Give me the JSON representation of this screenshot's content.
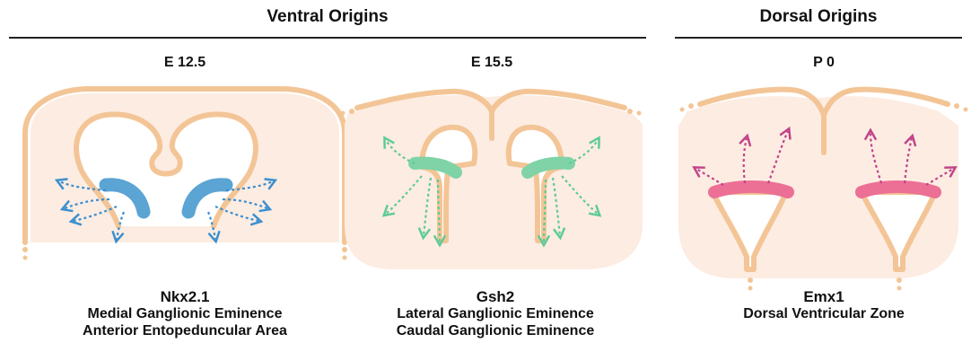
{
  "headers": {
    "ventral": "Ventral Origins",
    "dorsal": "Dorsal Origins"
  },
  "panels": [
    {
      "stage": "E 12.5",
      "gene": "Nkx2.1",
      "regions": [
        "Medial Ganglionic Eminence",
        "Anterior Entopeduncular Area"
      ],
      "highlight_color": "#5ba4d4",
      "arrow_color": "#3a8fd0"
    },
    {
      "stage": "E 15.5",
      "gene": "Gsh2",
      "regions": [
        "Lateral Ganglionic Eminence",
        "Caudal Ganglionic Eminence"
      ],
      "highlight_color": "#7fd3a6",
      "arrow_color": "#5dcb95"
    },
    {
      "stage": "P 0",
      "gene": "Emx1",
      "regions": [
        "Dorsal Ventricular Zone"
      ],
      "highlight_color": "#ec6f95",
      "arrow_color": "#c2428a"
    }
  ],
  "colors": {
    "outline": "#f3c596",
    "fill": "#fdece2",
    "divider": "#222222"
  }
}
